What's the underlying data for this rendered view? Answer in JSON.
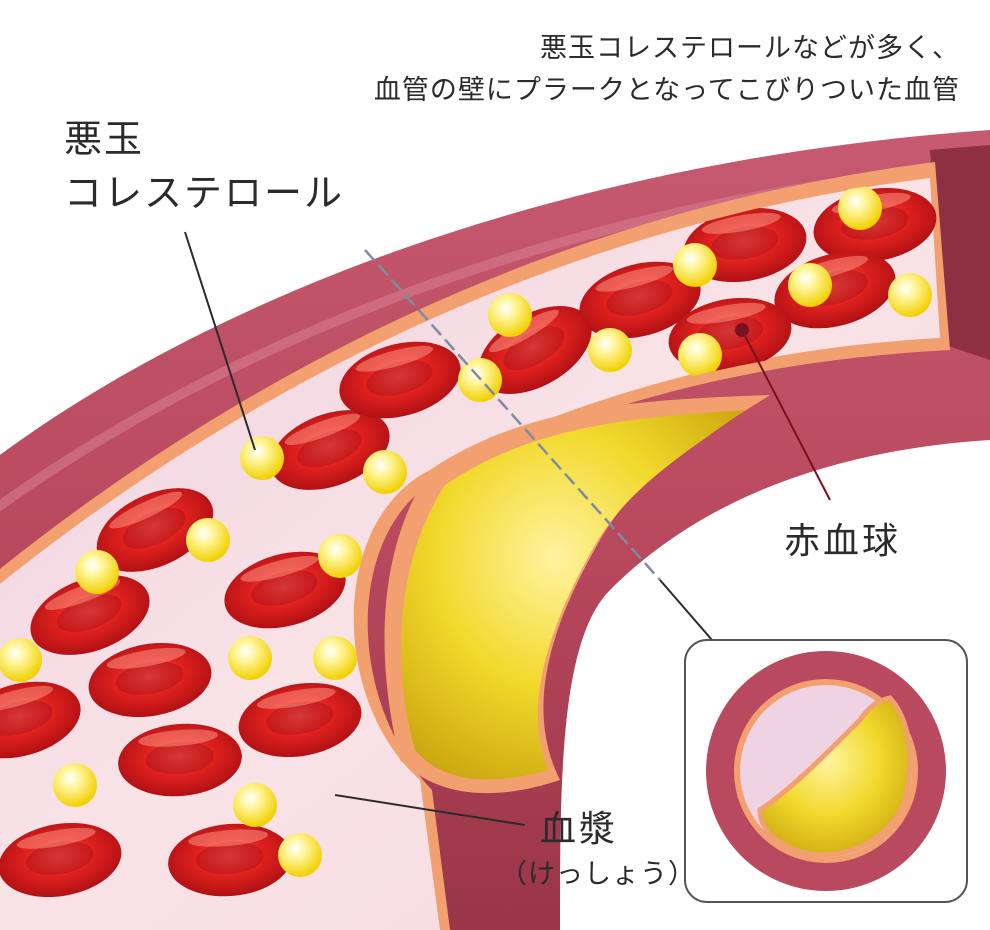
{
  "caption": {
    "line1": "悪玉コレステロールなどが多く、",
    "line2": "血管の壁にプラークとなってこびりついた血管"
  },
  "labels": {
    "bad_cholesterol_line1": "悪玉",
    "bad_cholesterol_line2": "コレステロール",
    "red_blood_cell": "赤血球",
    "plasma": "血漿",
    "plasma_reading": "（けっしょう）"
  },
  "colors": {
    "vessel_wall": "#b9495e",
    "vessel_wall_dark": "#8e2f42",
    "vessel_lining": "#f2a070",
    "lumen": "#f6d9e2",
    "red_blood_cell": "#d8151b",
    "cholesterol": "#f6e23a",
    "plaque": "#e8c818",
    "leader_line": "#2b2b2b",
    "rbc_leader_line": "#7a1020"
  }
}
